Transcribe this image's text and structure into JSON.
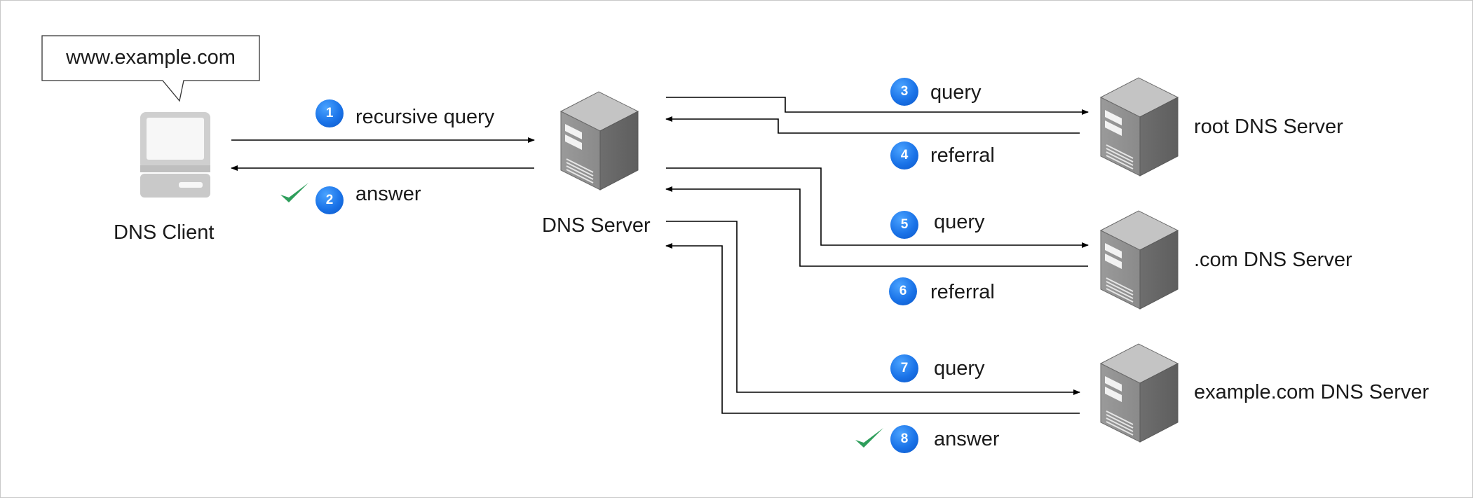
{
  "callout": {
    "text": "www.example.com"
  },
  "nodes": {
    "client": {
      "label": "DNS Client"
    },
    "resolver": {
      "label": "DNS Server"
    },
    "root": {
      "label": "root DNS Server"
    },
    "tld": {
      "label": ".com DNS Server"
    },
    "authoritative": {
      "label": "example.com DNS Server"
    }
  },
  "steps": [
    {
      "number": "1",
      "label": "recursive query"
    },
    {
      "number": "2",
      "label": "answer"
    },
    {
      "number": "3",
      "label": "query"
    },
    {
      "number": "4",
      "label": "referral"
    },
    {
      "number": "5",
      "label": "query"
    },
    {
      "number": "6",
      "label": "referral"
    },
    {
      "number": "7",
      "label": "query"
    },
    {
      "number": "8",
      "label": "answer"
    }
  ],
  "colors": {
    "badge": "#1a73e8",
    "check": "#2e9e5b",
    "line": "#000000"
  }
}
